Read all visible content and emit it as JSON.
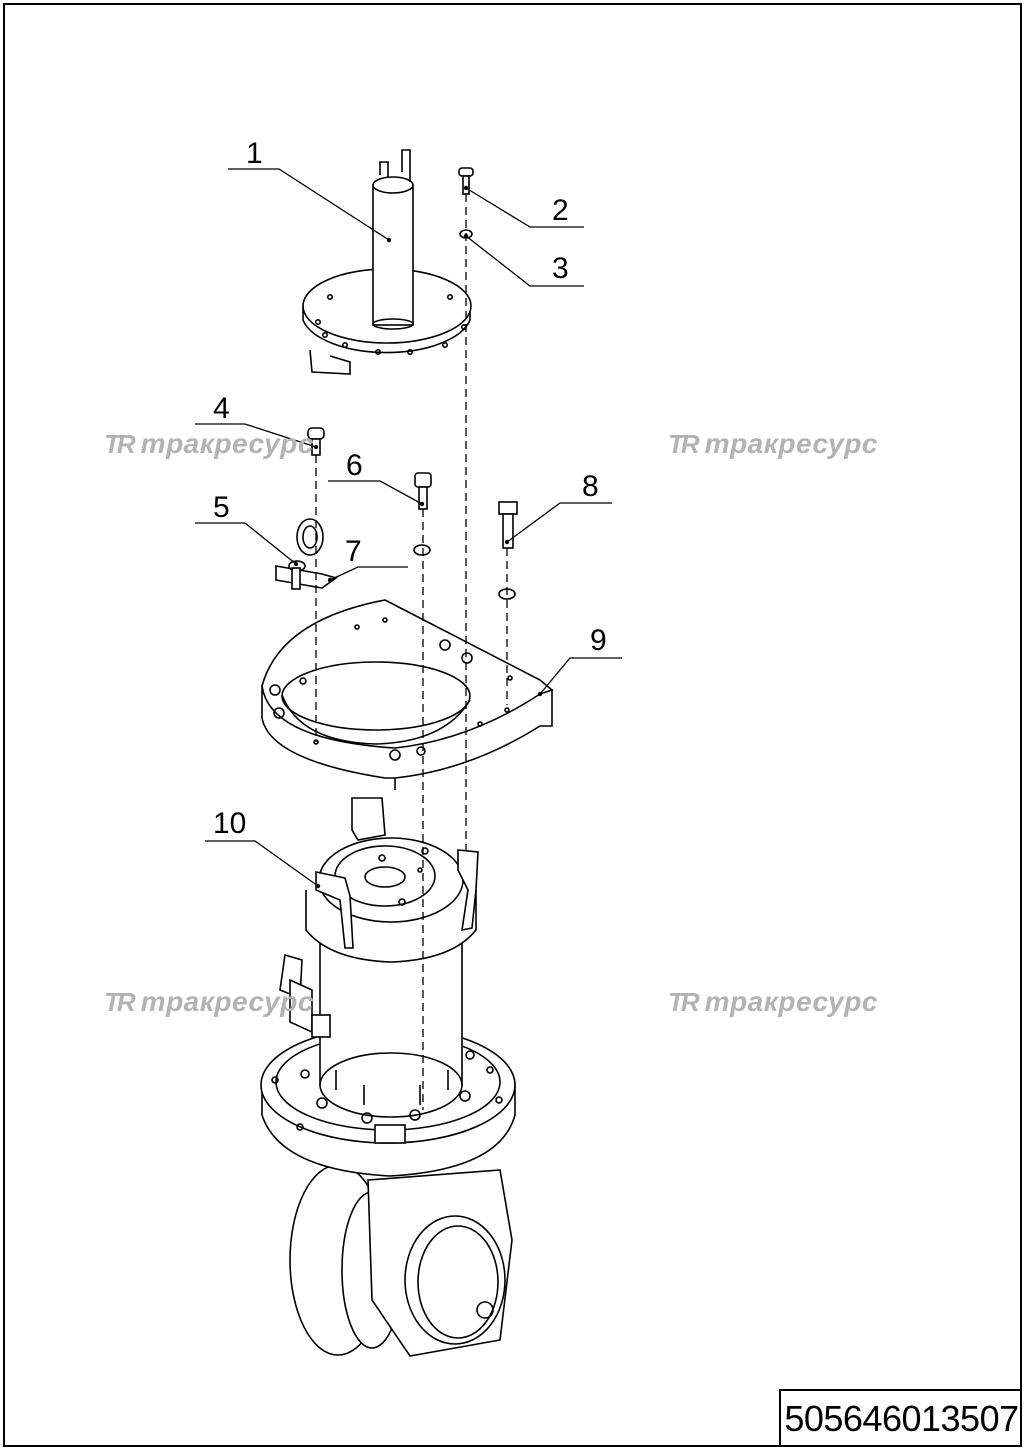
{
  "callouts": [
    "1",
    "2",
    "3",
    "4",
    "5",
    "6",
    "7",
    "8",
    "9",
    "10"
  ],
  "watermark": {
    "logo": "TR",
    "text": "тракресурс"
  },
  "doc_number": "505646013507"
}
